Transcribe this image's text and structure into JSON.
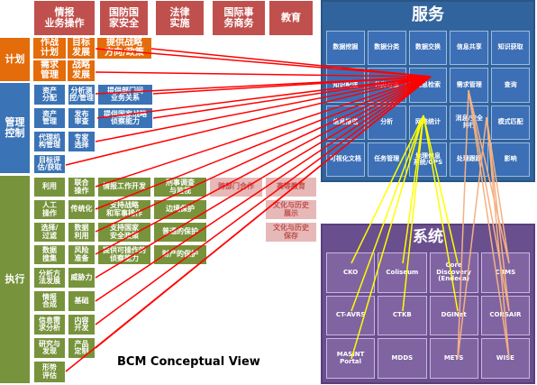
{
  "top_row": [
    "情报\n业务操作",
    "国防国\n家安全",
    "法律\n实施",
    "国际事\n务商务",
    "教育"
  ],
  "sections": {
    "plan": "计划",
    "manage": "管理\n控制",
    "exec": "执行"
  },
  "plan_rows": [
    [
      "作战\n计划",
      "目标\n发展",
      "提供战略\n方向/政策"
    ],
    [
      "需求\n管理",
      "战略\n发展",
      ""
    ]
  ],
  "manage_rows": [
    [
      "资产\n分配",
      "分析测\n控/管理",
      "提供部门间\n业务关系"
    ],
    [
      "资产\n管理",
      "发布\n审查",
      "提供国家战略\n侦察能力"
    ],
    [
      "代理机\n构管理",
      "专家\n选择",
      ""
    ],
    [
      "目标评\n估/获取",
      "",
      ""
    ]
  ],
  "exec_rows": [
    [
      "利用",
      "联合\n操作",
      "情报工作开发",
      "刑事调查\n与监视",
      "跨部门合作",
      "高等教育"
    ],
    [
      "人工\n操作",
      "传统化",
      "支持战略\n和军事操作",
      "边境保护",
      "",
      "文化与历史\n展示"
    ],
    [
      "选择/\n过滤",
      "数据\n利用",
      "支持国家\n安全政策",
      "普通的保护",
      "",
      "文化与历史\n保存"
    ],
    [
      "数据\n搜集",
      "风险\n准备",
      "提供可操作的\n侦察能力",
      "财产的保护",
      "",
      ""
    ],
    [
      "分析方\n法发展",
      "威胁力",
      "",
      "",
      "",
      ""
    ],
    [
      "情报\n合成",
      "基础",
      "",
      "",
      "",
      ""
    ],
    [
      "信息需\n求分析",
      "内容\n开发",
      "",
      "",
      "",
      ""
    ],
    [
      "研究与\n发现",
      "产品\n定制",
      "",
      "",
      "",
      ""
    ],
    [
      "形势\n评估",
      "",
      "",
      "",
      "",
      ""
    ]
  ],
  "services": {
    "title": "服务",
    "cells": [
      [
        "数据挖掘",
        "数据分类",
        "数据交换",
        "信息共享",
        "知识获取"
      ],
      [
        "知识配送",
        "分类方法",
        "信息检索",
        "需求管理",
        "查询"
      ],
      [
        "信息推送",
        "分析",
        "网络统计",
        "消息/安全\n排行",
        "模式匹配"
      ],
      [
        "可视化文档",
        "任务管理",
        "地理信息\n系统/GPS",
        "处理跟踪",
        "影响"
      ]
    ]
  },
  "systems": {
    "title": "系统",
    "cells": [
      [
        "CKO",
        "Coliseum",
        "Core\nDiscovery\n(Endeca)",
        "CRMS"
      ],
      [
        "CT-AVRS",
        "CTKB",
        "DGINet",
        "CORSAIR"
      ],
      [
        "MASINT\nPortal",
        "MDDS",
        "METS",
        "WISE"
      ]
    ]
  },
  "caption": "BCM Conceptual View",
  "colors": {
    "red_line": "#ff0000",
    "yellow_line": "#ffff00",
    "pink_line": "#f4b183"
  }
}
